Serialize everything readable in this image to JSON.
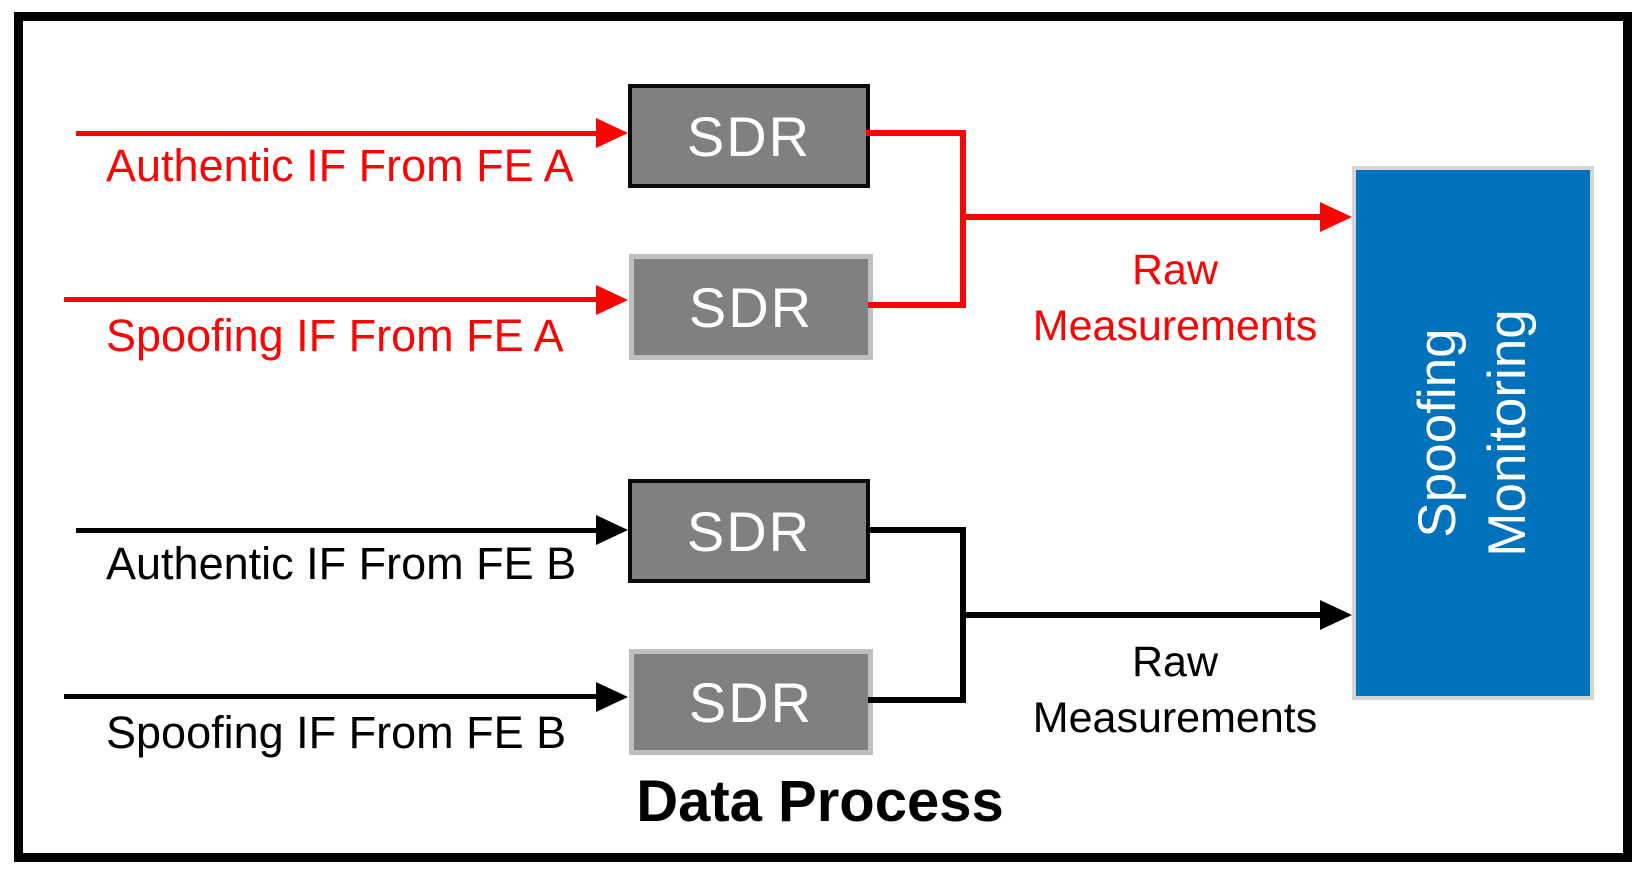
{
  "colors": {
    "red": "#FA0505",
    "black": "#000000",
    "sdr_fill": "#808080",
    "sdr_border_dark": "#0A0A0A",
    "sdr_border_light": "#BFBFBF",
    "monitor_fill": "#0072BC",
    "monitor_border": "#D5D5D5",
    "box_text": "#FFFFFF"
  },
  "title": "Data Process",
  "channel_a": {
    "input_1_label": "Authentic IF From FE A",
    "input_2_label": "Spoofing IF From FE A",
    "sdr_1_label": "SDR",
    "sdr_2_label": "SDR",
    "output_label_line1": "Raw",
    "output_label_line2": "Measurements"
  },
  "channel_b": {
    "input_1_label": "Authentic IF From FE B",
    "input_2_label": "Spoofing IF From FE B",
    "sdr_1_label": "SDR",
    "sdr_2_label": "SDR",
    "output_label_line1": "Raw",
    "output_label_line2": "Measurements"
  },
  "monitor": {
    "label_line1": "Spoofing",
    "label_line2": "Monitoring"
  }
}
